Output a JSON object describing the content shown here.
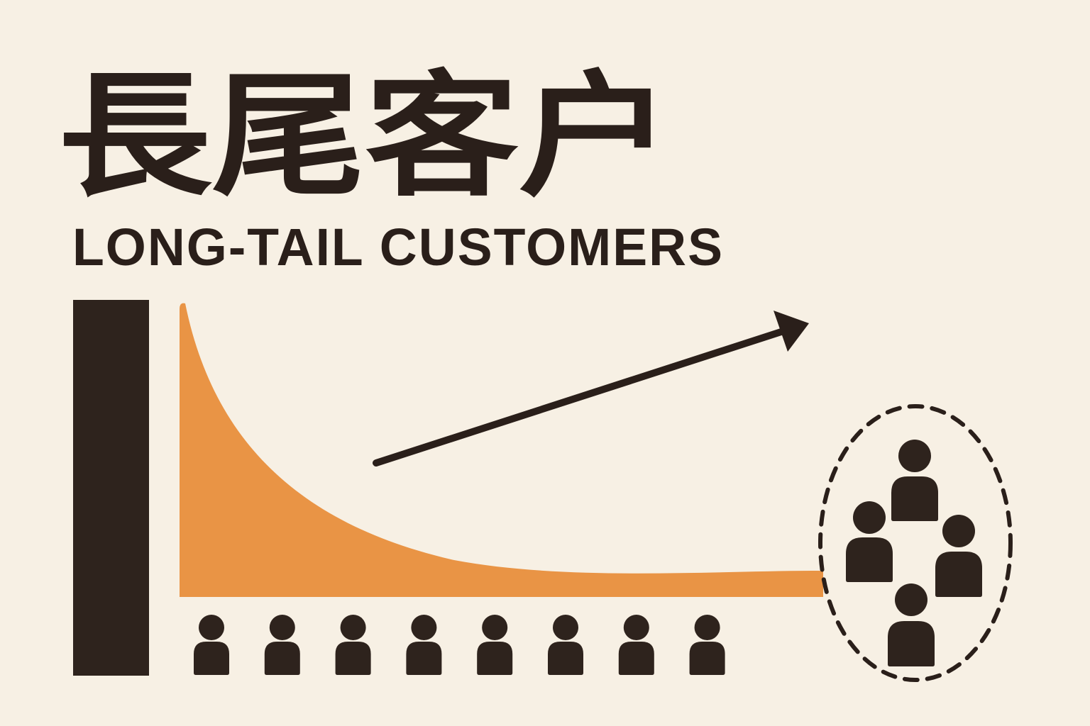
{
  "title": {
    "chinese": "長尾客户",
    "english": "LONG-TAIL CUSTOMERS"
  },
  "colors": {
    "background": "#f7f0e4",
    "dark": "#2e231d",
    "orange": "#e99445"
  },
  "icons": {
    "head_bar": "tall-bar-icon",
    "curve": "long-tail-curve",
    "arrow": "arrow-up-right-icon",
    "person": "person-icon"
  },
  "customers": {
    "row_count": 8,
    "tail_group_count": 4
  }
}
